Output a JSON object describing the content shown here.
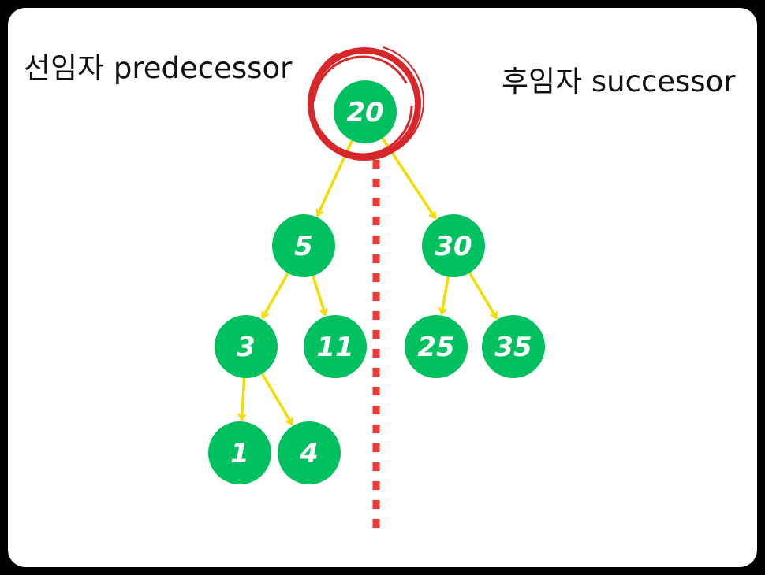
{
  "labels": {
    "predecessor": "선임자 predecessor",
    "successor": "후임자 successor"
  },
  "tree": {
    "root": "20",
    "nodes": [
      {
        "id": "n20",
        "value": "20"
      },
      {
        "id": "n5",
        "value": "5"
      },
      {
        "id": "n30",
        "value": "30"
      },
      {
        "id": "n3",
        "value": "3"
      },
      {
        "id": "n11",
        "value": "11"
      },
      {
        "id": "n25",
        "value": "25"
      },
      {
        "id": "n35",
        "value": "35"
      },
      {
        "id": "n1",
        "value": "1"
      },
      {
        "id": "n4",
        "value": "4"
      }
    ],
    "edges": [
      {
        "from": "20",
        "to": "5"
      },
      {
        "from": "20",
        "to": "30"
      },
      {
        "from": "5",
        "to": "3"
      },
      {
        "from": "5",
        "to": "11"
      },
      {
        "from": "30",
        "to": "25"
      },
      {
        "from": "30",
        "to": "35"
      },
      {
        "from": "3",
        "to": "1"
      },
      {
        "from": "3",
        "to": "4"
      }
    ],
    "highlighted_node": "20"
  },
  "colors": {
    "node_fill": "#00c060",
    "edge": "#f5dc00",
    "highlight_ring": "#d8272a",
    "divider": "#f03a3a",
    "frame_border": "#000000",
    "background": "#ffffff"
  }
}
